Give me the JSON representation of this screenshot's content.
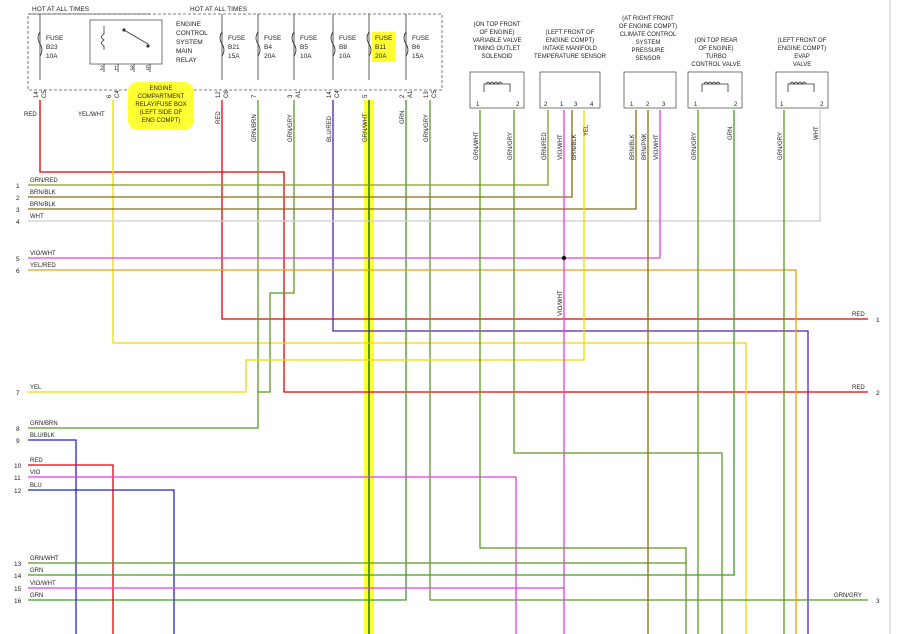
{
  "header": {
    "hot_left": "HOT AT ALL TIMES",
    "hot_right": "HOT AT ALL TIMES"
  },
  "relay": {
    "lines": [
      "ENGINE",
      "CONTROL",
      "SYSTEM",
      "MAIN",
      "RELAY"
    ],
    "pins": [
      "2",
      "1",
      "3",
      "5"
    ]
  },
  "fuses": [
    {
      "l1": "FUSE",
      "l2": "B23",
      "l3": "10A"
    },
    {
      "l1": "FUSE",
      "l2": "B21",
      "l3": "15A"
    },
    {
      "l1": "FUSE",
      "l2": "B4",
      "l3": "20A"
    },
    {
      "l1": "FUSE",
      "l2": "B5",
      "l3": "10A"
    },
    {
      "l1": "FUSE",
      "l2": "B8",
      "l3": "10A"
    },
    {
      "l1": "FUSE",
      "l2": "B11",
      "l3": "20A"
    },
    {
      "l1": "FUSE",
      "l2": "B6",
      "l3": "15A"
    }
  ],
  "fusebox_note": [
    "ENGINE",
    "COMPARTMENT",
    "RELAY/FUSE BOX",
    "(LEFT SIDE OF",
    "ENG COMPT)"
  ],
  "top_pins": [
    {
      "n": "14",
      "c": "C5"
    },
    {
      "n": "6",
      "c": "C4"
    },
    {
      "n": "12",
      "c": "C6"
    },
    {
      "n": "7",
      "c": ""
    },
    {
      "n": "3",
      "c": "A1"
    },
    {
      "n": "14",
      "c": "C4"
    },
    {
      "n": "5",
      "c": ""
    },
    {
      "n": "2",
      "c": "A1"
    },
    {
      "n": "13",
      "c": "C5"
    }
  ],
  "top_wires": [
    {
      "label": "RED",
      "color": "#e00000"
    },
    {
      "label": "YEL/WHT",
      "color": "#e8d800"
    },
    {
      "label": "RED",
      "color": "#e00000"
    },
    {
      "label": "GRN/BRN",
      "color": "#5a9a1e"
    },
    {
      "label": "GRN/GRY",
      "color": "#5a9a1e"
    },
    {
      "label": "BLU/RED",
      "color": "#5522aa"
    },
    {
      "label": "GRN/WHT",
      "color": "#5a9a1e"
    },
    {
      "label": "GRN",
      "color": "#3aa01e"
    },
    {
      "label": "GRN/GRY",
      "color": "#5a9a1e"
    }
  ],
  "components": [
    {
      "lines": [
        "(ON TOP FRONT",
        "OF ENGINE)",
        "VARIABLE VALVE",
        "TIMING OUTLET",
        "SOLENOID"
      ],
      "pins": [
        "1",
        "2"
      ],
      "wires": [
        "GRN/WHT",
        "GRN/GRY"
      ]
    },
    {
      "lines": [
        "(LEFT FRONT OF",
        "ENGINE COMPT)",
        "INTAKE MANIFOLD",
        "TEMPERATURE SENSOR"
      ],
      "pins": [
        "2",
        "1",
        "3",
        "4"
      ],
      "wires": [
        "GRN/RED",
        "VIO/WHT",
        "BRN/BLK",
        "YEL"
      ]
    },
    {
      "lines": [
        "(AT RIGHT FRONT",
        "OF ENGINE COMPT)",
        "CLIMATE CONTROL",
        "SYSTEM",
        "PRESSURE",
        "SENSOR"
      ],
      "pins": [
        "1",
        "2",
        "3"
      ],
      "wires": [
        "BRN/BLK",
        "BRN/PNK",
        "VIO/WHT"
      ]
    },
    {
      "lines": [
        "(ON TOP REAR",
        "OF ENGINE)",
        "TURBO",
        "CONTROL VALVE"
      ],
      "pins": [
        "1",
        "2"
      ],
      "wires": [
        "GRN/GRY",
        "GRN"
      ]
    },
    {
      "lines": [
        "(LEFT FRONT OF",
        "ENGINE COMPT)",
        "EVAP",
        "VALVE"
      ],
      "pins": [
        "1",
        "2"
      ],
      "wires": [
        "GRN/GRY",
        "WHT"
      ]
    }
  ],
  "left_rows": [
    {
      "n": "1",
      "label": "GRN/RED"
    },
    {
      "n": "2",
      "label": "BRN/BLK"
    },
    {
      "n": "3",
      "label": "BRN/BLK"
    },
    {
      "n": "4",
      "label": "WHT"
    },
    {
      "n": "5",
      "label": "VIO/WHT"
    },
    {
      "n": "6",
      "label": "YEL/RED"
    },
    {
      "n": "7",
      "label": "YEL"
    },
    {
      "n": "8",
      "label": "GRN/BRN"
    },
    {
      "n": "9",
      "label": "BLU/BLK"
    },
    {
      "n": "10",
      "label": "RED"
    },
    {
      "n": "11",
      "label": "VIO"
    },
    {
      "n": "12",
      "label": "BLU"
    },
    {
      "n": "13",
      "label": "GRN/WHT"
    },
    {
      "n": "14",
      "label": "GRN"
    },
    {
      "n": "15",
      "label": "VIO/WHT"
    },
    {
      "n": "16",
      "label": "GRN"
    }
  ],
  "mid_wire_label": "VIO/WHT",
  "right_rows": [
    {
      "n": "1",
      "label": "RED"
    },
    {
      "n": "2",
      "label": "RED"
    },
    {
      "n": "3",
      "label": "GRN/GRY"
    }
  ],
  "colors": {
    "red": "#e00000",
    "green": "#5a9a1e",
    "brown": "#8a6a10",
    "white": "#cccccc",
    "violet": "#e040e0",
    "yellow": "#f0d800",
    "orange": "#f0a000",
    "blue": "#2222cc",
    "purple": "#5522aa",
    "highlight": "#ffff33"
  }
}
